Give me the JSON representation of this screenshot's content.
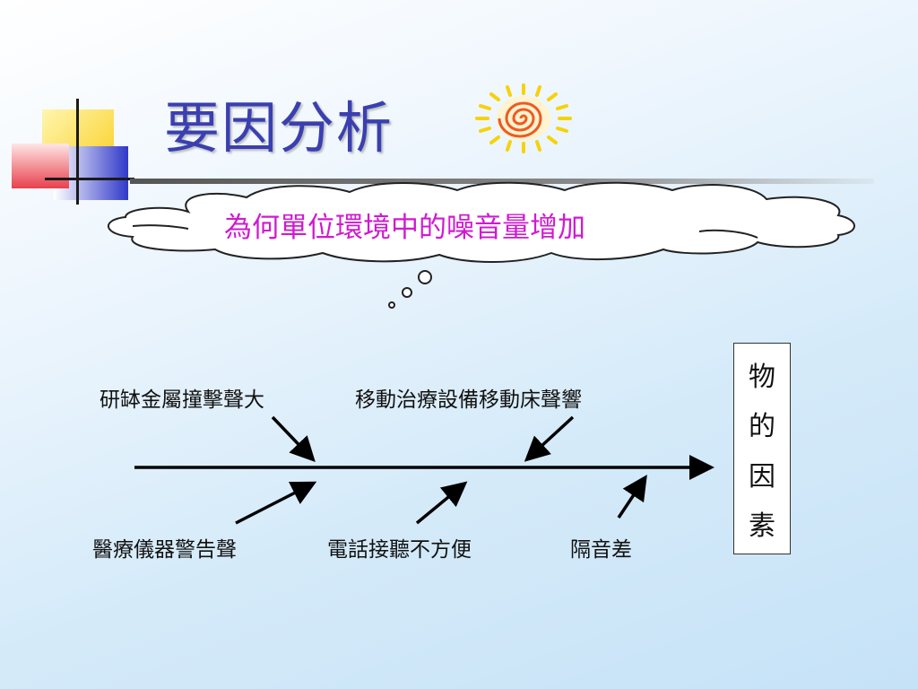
{
  "title": "要因分析",
  "cloud_text": "為何單位環境中的噪音量增加",
  "effect_chars": [
    "物",
    "的",
    "因",
    "素"
  ],
  "causes_top": [
    "研缽金屬撞擊聲大",
    "移動治療設備移動床聲響"
  ],
  "causes_bottom": [
    "醫療儀器警告聲",
    "電話接聽不方便",
    "隔音差"
  ],
  "colors": {
    "title": "#3a3fb0",
    "cloud_text": "#d01ad0",
    "deco_yellow": "#f9cc1a",
    "deco_red": "#e8404c",
    "deco_blue": "#3038c8"
  }
}
